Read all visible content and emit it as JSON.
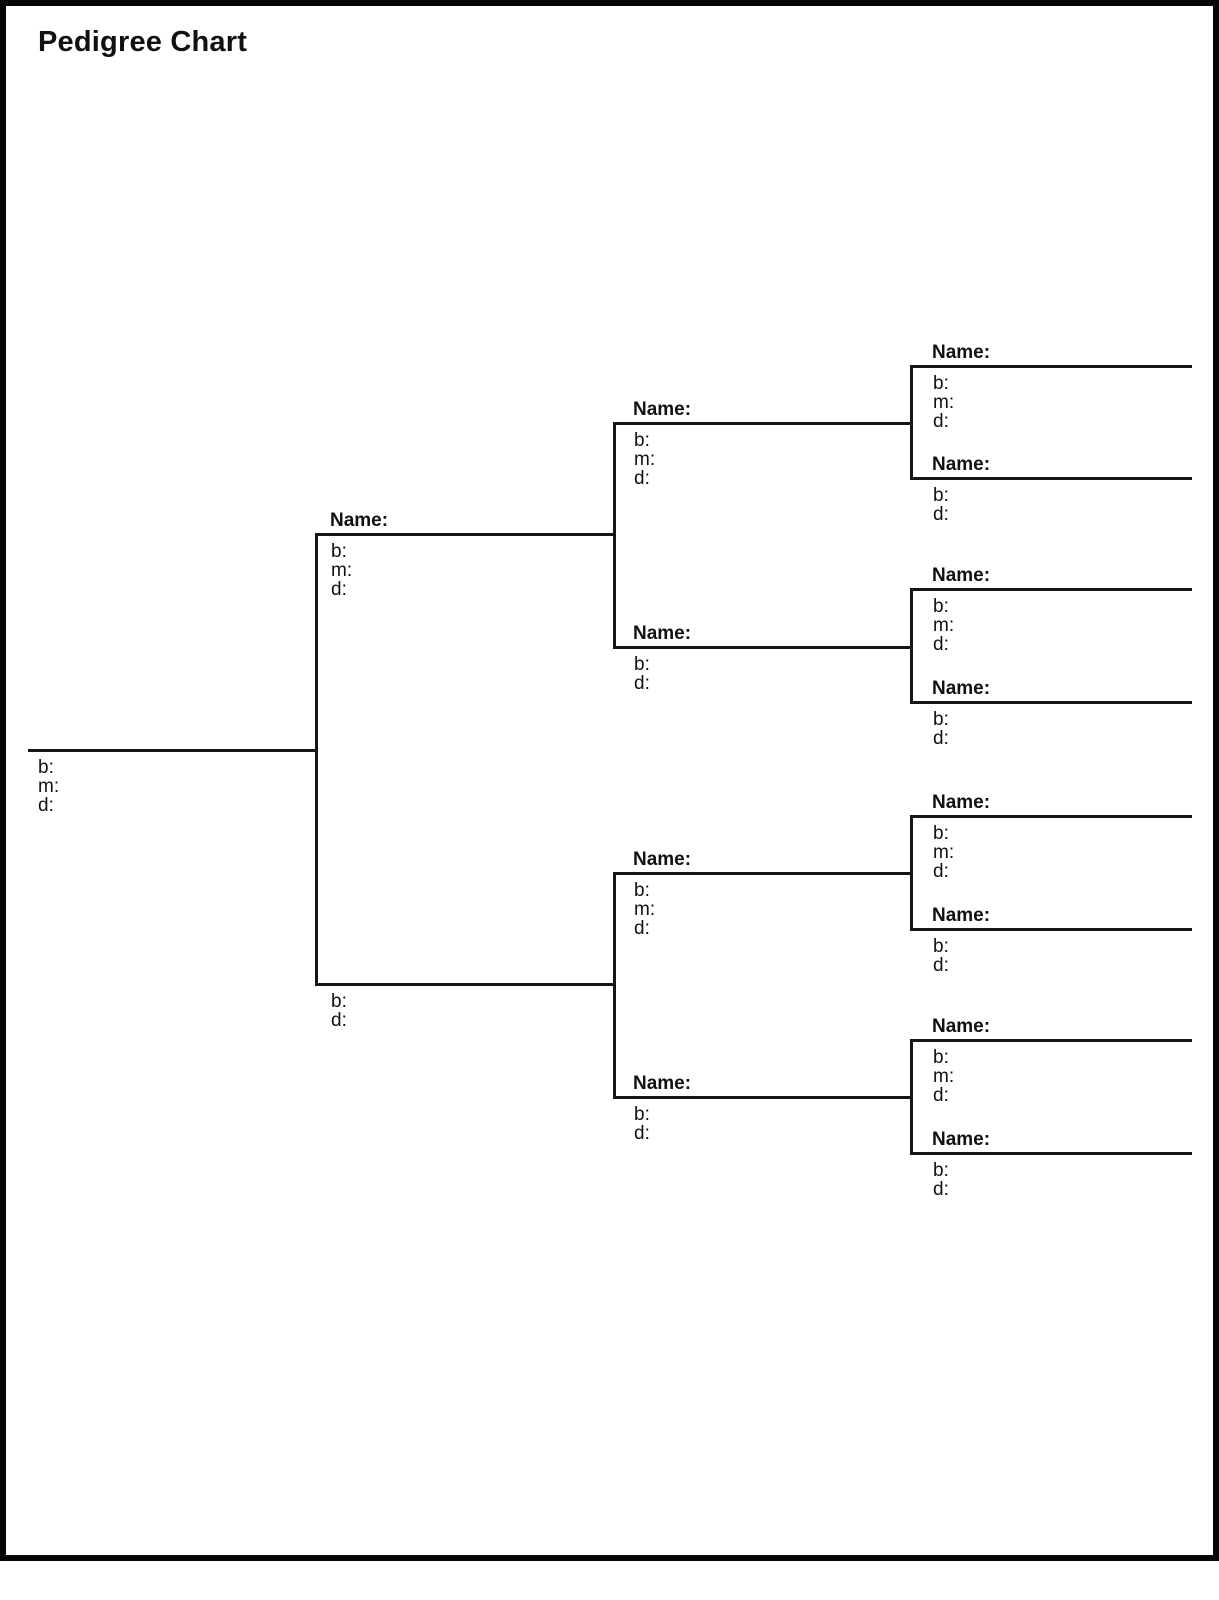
{
  "title": "Pedigree Chart",
  "labels": {
    "name": "Name:",
    "birth": "b:",
    "marriage": "m:",
    "death": "d:"
  },
  "persons": [
    {
      "role": "proband",
      "fields": [
        "b:",
        "m:",
        "d:"
      ]
    },
    {
      "role": "father",
      "name_label": "Name:",
      "fields": [
        "b:",
        "m:",
        "d:"
      ]
    },
    {
      "role": "mother",
      "fields": [
        "b:",
        "d:"
      ]
    },
    {
      "role": "paternal-grandfather",
      "name_label": "Name:",
      "fields": [
        "b:",
        "m:",
        "d:"
      ]
    },
    {
      "role": "paternal-grandmother",
      "name_label": "Name:",
      "fields": [
        "b:",
        "d:"
      ]
    },
    {
      "role": "maternal-grandfather",
      "name_label": "Name:",
      "fields": [
        "b:",
        "m:",
        "d:"
      ]
    },
    {
      "role": "maternal-grandmother",
      "name_label": "Name:",
      "fields": [
        "b:",
        "d:"
      ]
    },
    {
      "role": "paternal-great-grandfather-1",
      "name_label": "Name:",
      "fields": [
        "b:",
        "m:",
        "d:"
      ]
    },
    {
      "role": "paternal-great-grandmother-1",
      "name_label": "Name:",
      "fields": [
        "b:",
        "d:"
      ]
    },
    {
      "role": "paternal-great-grandfather-2",
      "name_label": "Name:",
      "fields": [
        "b:",
        "m:",
        "d:"
      ]
    },
    {
      "role": "paternal-great-grandmother-2",
      "name_label": "Name:",
      "fields": [
        "b:",
        "d:"
      ]
    },
    {
      "role": "maternal-great-grandfather-1",
      "name_label": "Name:",
      "fields": [
        "b:",
        "m:",
        "d:"
      ]
    },
    {
      "role": "maternal-great-grandmother-1",
      "name_label": "Name:",
      "fields": [
        "b:",
        "d:"
      ]
    },
    {
      "role": "maternal-great-grandfather-2",
      "name_label": "Name:",
      "fields": [
        "b:",
        "m:",
        "d:"
      ]
    },
    {
      "role": "maternal-great-grandmother-2",
      "name_label": "Name:",
      "fields": [
        "b:",
        "d:"
      ]
    }
  ]
}
